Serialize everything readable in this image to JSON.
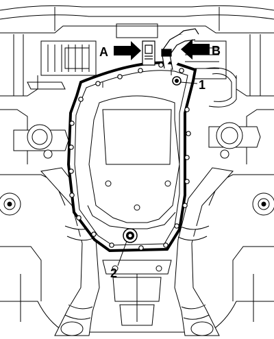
{
  "diagram": {
    "callouts": {
      "A": "A",
      "B": "B",
      "one": "1",
      "two": "2"
    },
    "colors": {
      "line": "#000000",
      "fill": "#ffffff",
      "grey": "#bdbdbd"
    }
  }
}
